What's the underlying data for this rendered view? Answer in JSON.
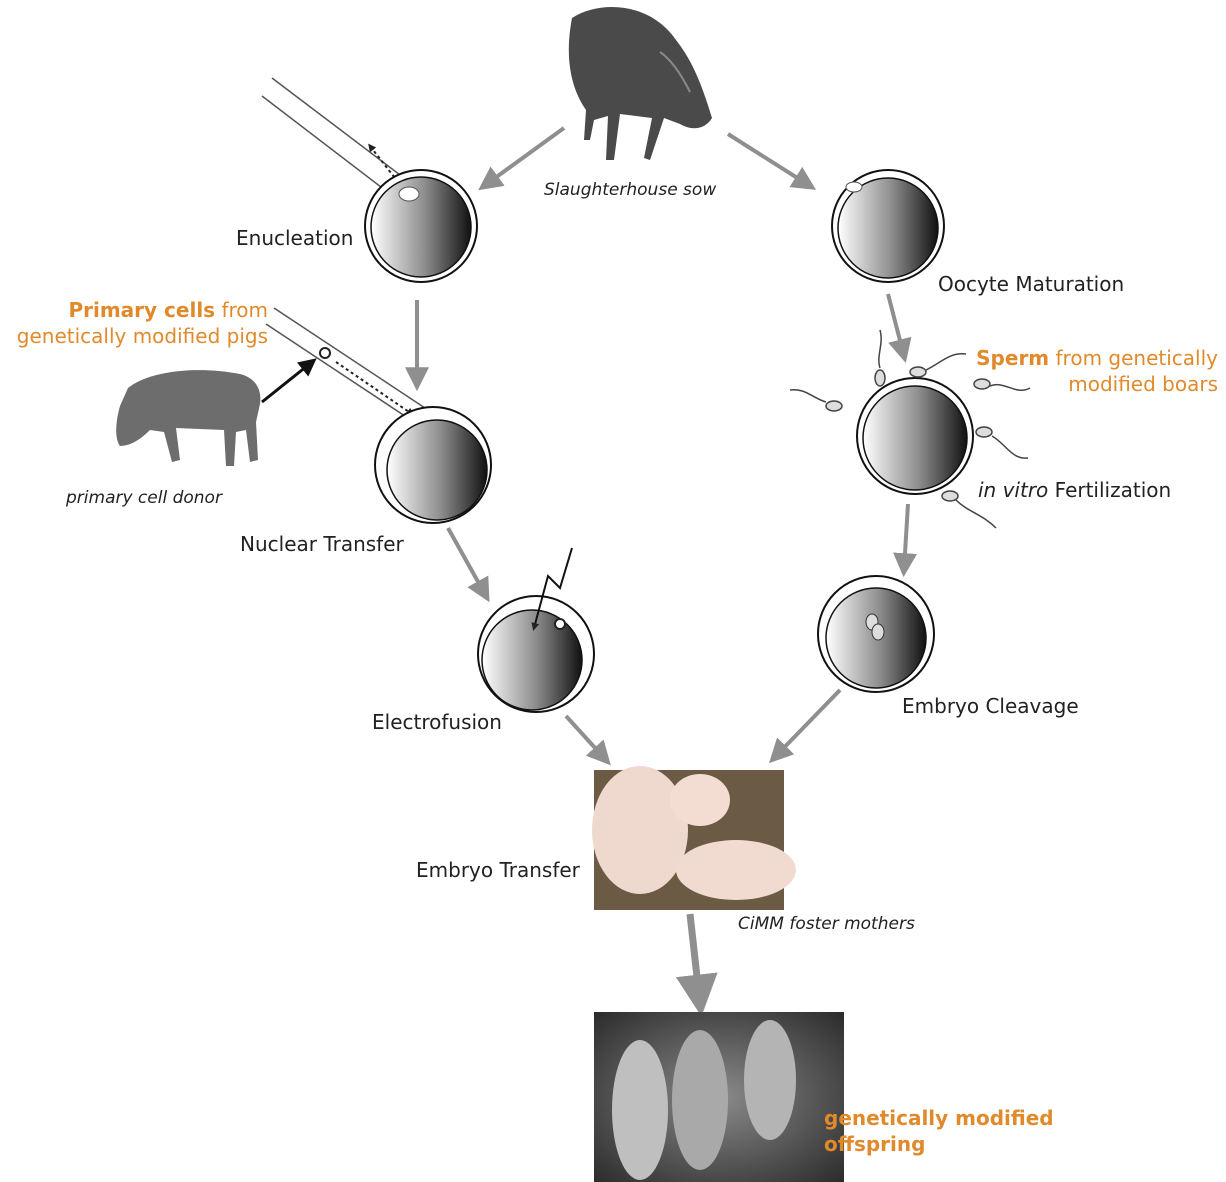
{
  "steps": {
    "source": "Slaughterhouse sow",
    "enucleation": "Enucleation",
    "oocyte_maturation": "Oocyte Maturation",
    "nuclear_transfer": "Nuclear Transfer",
    "ivf_italic": "in vitro",
    "ivf_rest": " Fertilization",
    "electrofusion": "Electrofusion",
    "embryo_cleavage": "Embryo Cleavage",
    "embryo_transfer": "Embryo Transfer",
    "foster": "CiMM foster mothers"
  },
  "donor": {
    "cells_bold": "Primary cells",
    "cells_rest": " from",
    "line2": "genetically modified pigs",
    "caption": "primary cell donor"
  },
  "sperm": {
    "bold": "Sperm",
    "rest": " from genetically",
    "line2": "modified boars"
  },
  "offspring": {
    "line1": "genetically modified",
    "line2": "offspring"
  },
  "colors": {
    "arrow": "#8f8f8f",
    "accent": "#e08a2c",
    "text": "#222222"
  }
}
